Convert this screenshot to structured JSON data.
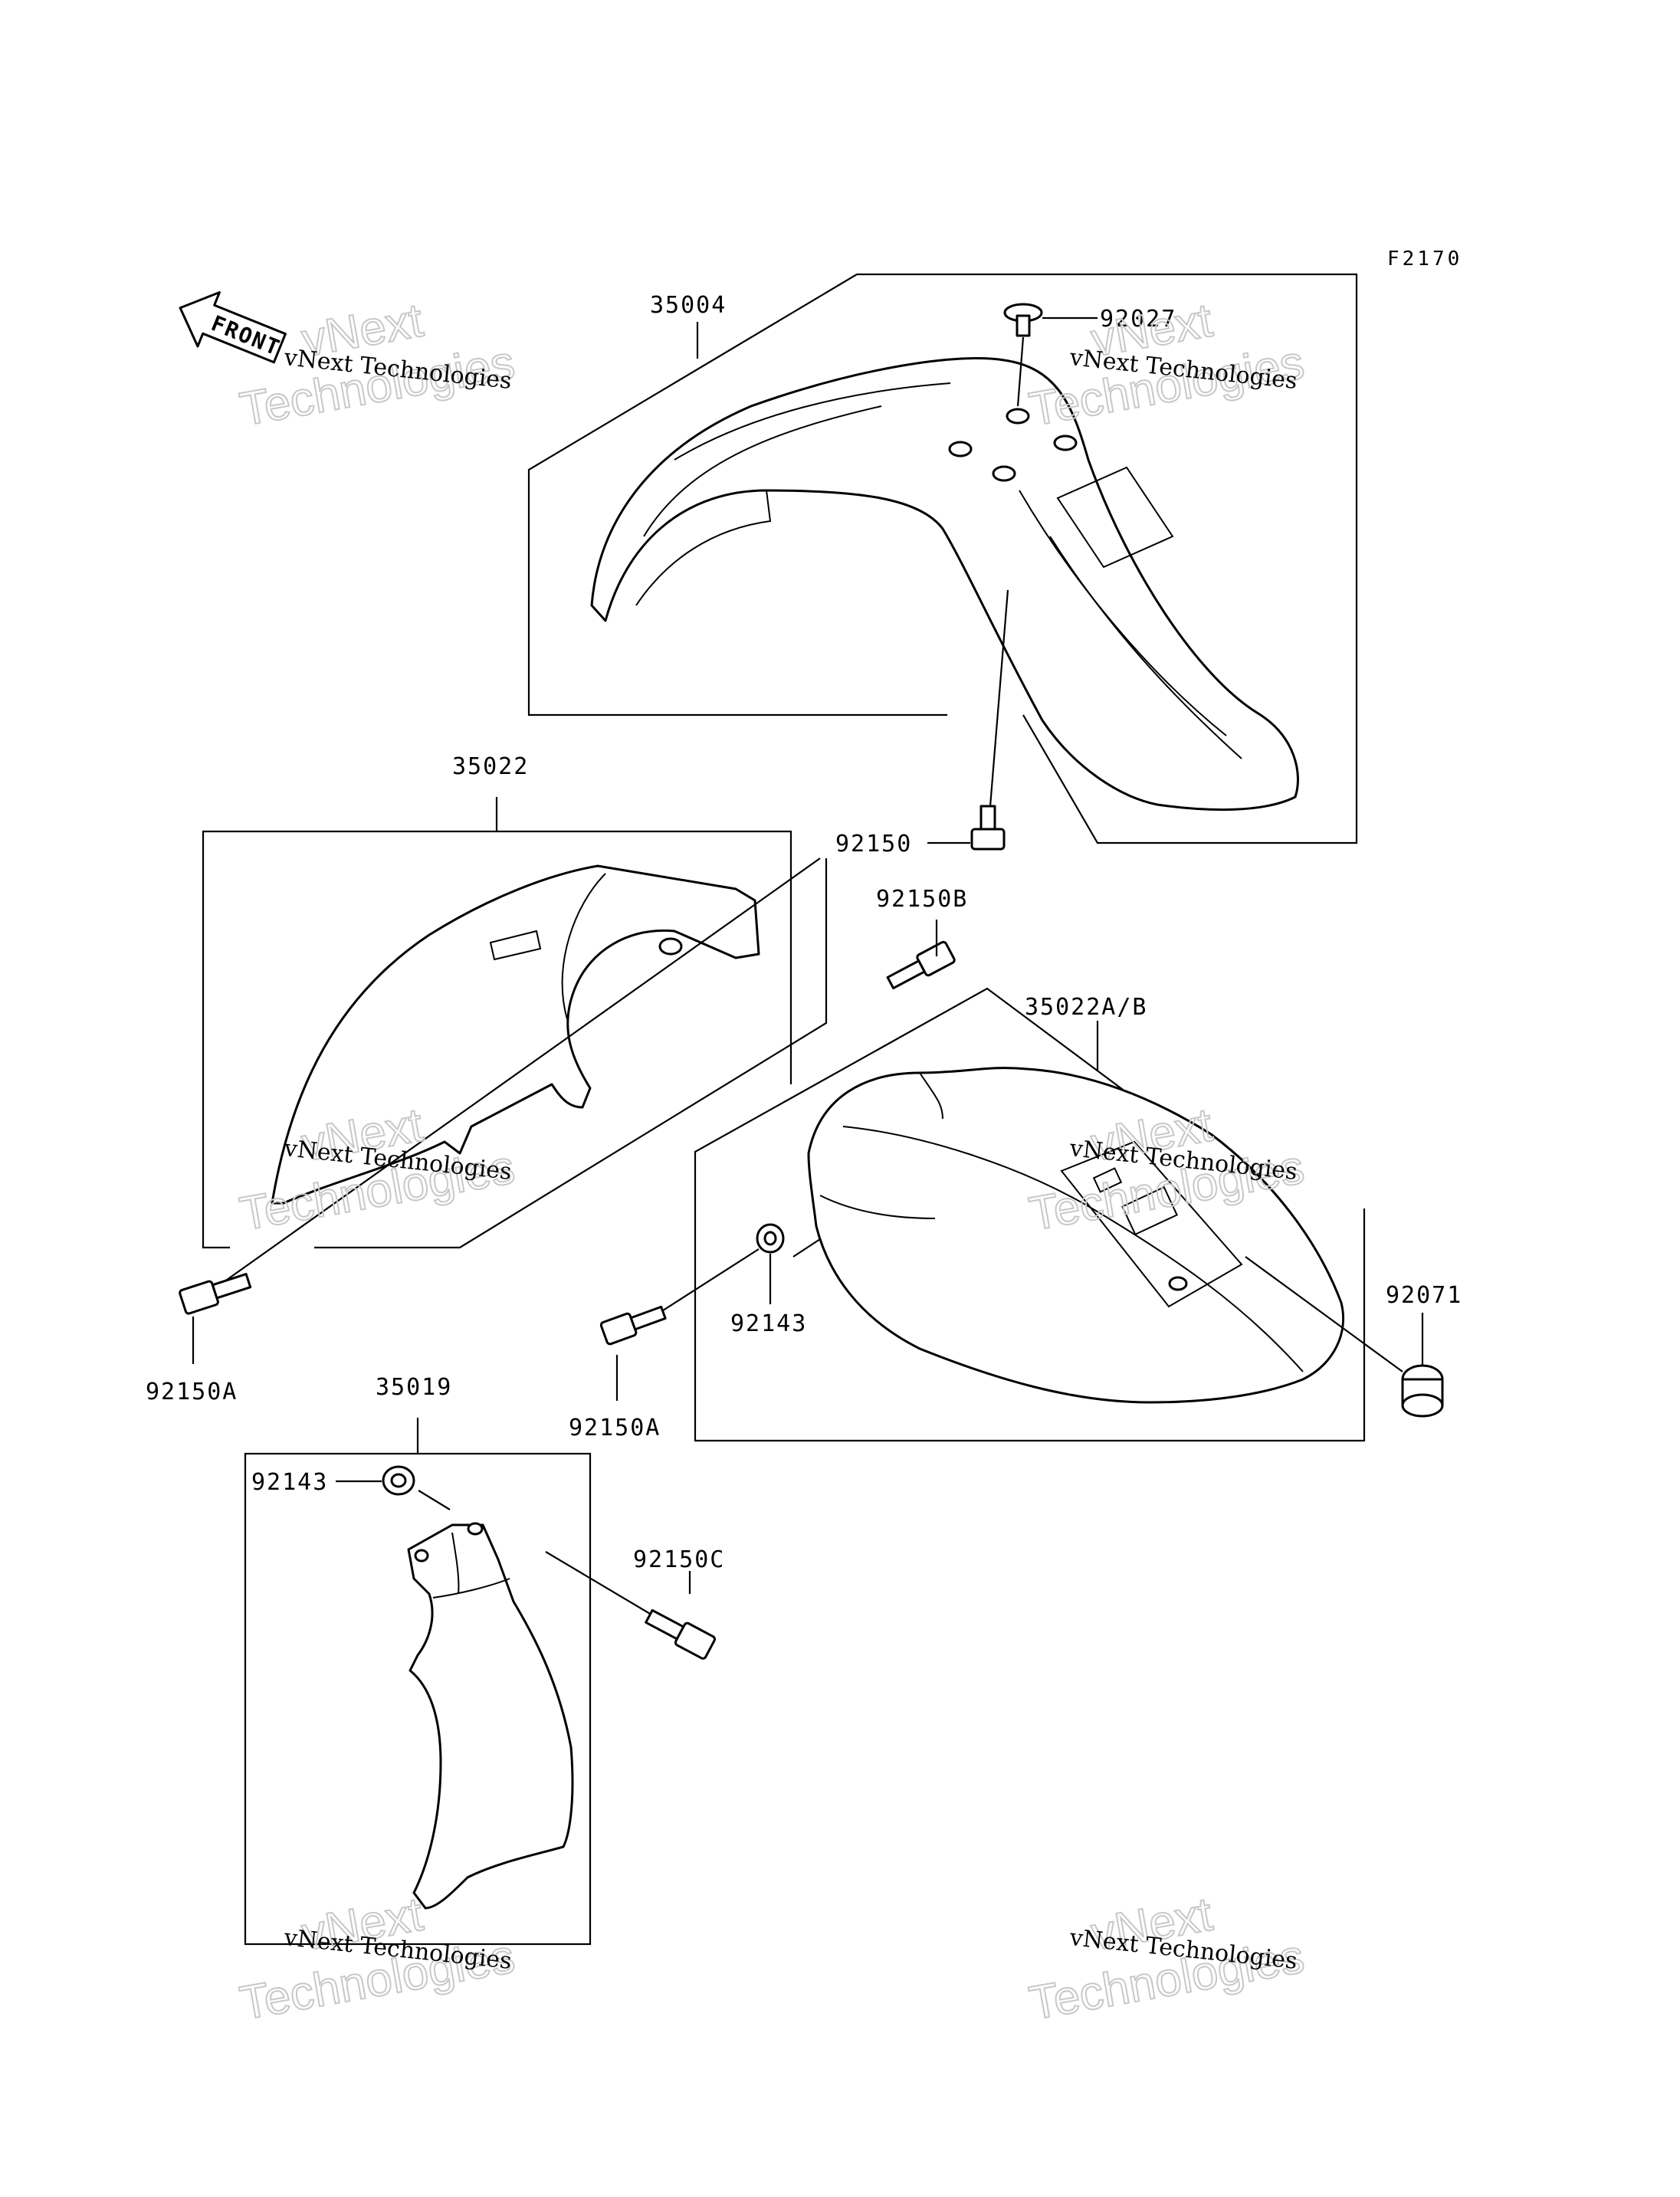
{
  "figure_code": "F2170",
  "front_arrow": {
    "text": "FRONT",
    "icon": "front-direction-arrow-icon"
  },
  "watermark": {
    "line1": "vNext Technologies",
    "line2": "vNext",
    "line3": "Technologies"
  },
  "parts": {
    "p35004": "35004",
    "p92027": "92027",
    "p92150": "92150",
    "p35022": "35022",
    "p92150B": "92150B",
    "p35022AB": "35022A/B",
    "p92071": "92071",
    "p92143a": "92143",
    "p92150A_left": "92150A",
    "p92150A_mid": "92150A",
    "p35019": "35019",
    "p92143b": "92143",
    "p92150C": "92150C"
  }
}
